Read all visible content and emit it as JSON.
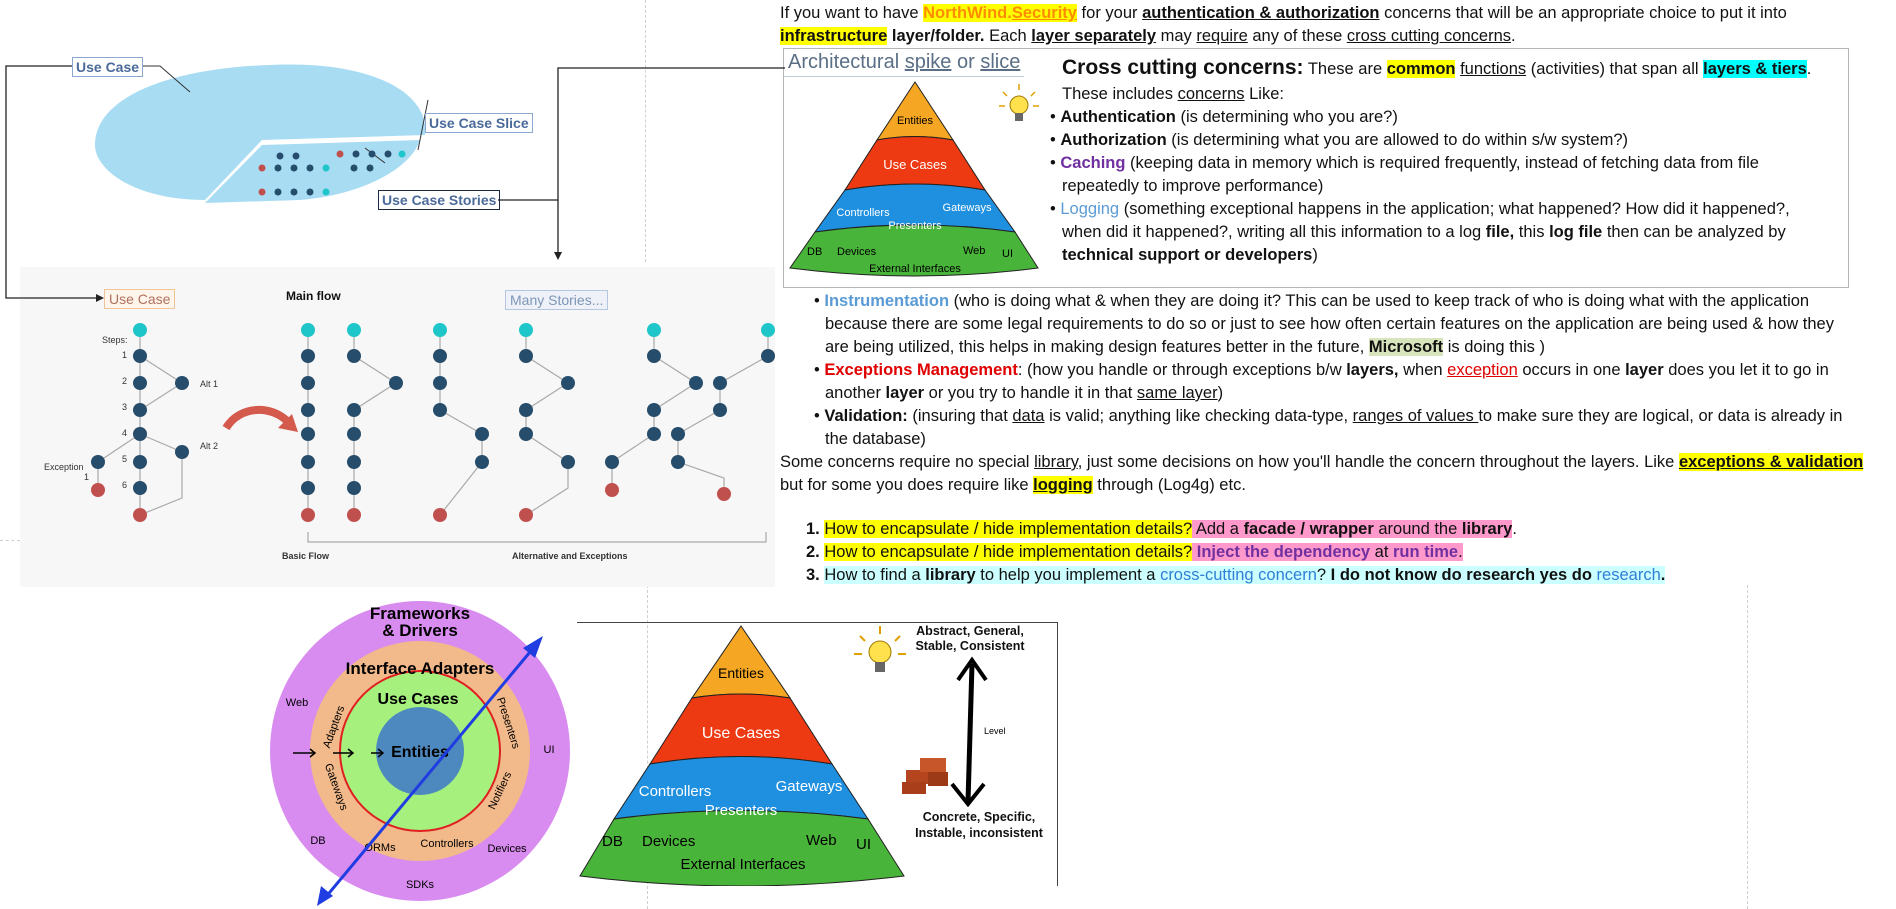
{
  "intro": {
    "l1_a": "If you want to have ",
    "l1_brand1": "NorthWind.",
    "l1_brand2": "Security",
    "l1_b": " for your ",
    "l1_c": "authentication & authorization",
    "l1_d": " concerns that will be an appropriate choice to put it into",
    "l2_a": "infrastructure",
    "l2_b": " layer/folder.",
    "l2_c": " Each ",
    "l2_d": "layer separately",
    "l2_e": " may ",
    "l2_f": "require",
    "l2_g": " any of these ",
    "l2_h": "cross cutting concerns",
    "l2_i": "."
  },
  "spike": {
    "title_a": "Architectural ",
    "title_b": "spike",
    "title_c": " or ",
    "title_d": "slice"
  },
  "pyramid": {
    "entities": "Entities",
    "usecases": "Use Cases",
    "controllers": "Controllers",
    "gateways": "Gateways",
    "presenters": "Presenters",
    "db": "DB",
    "devices": "Devices",
    "web": "Web",
    "ui": "UI",
    "external": "External Interfaces"
  },
  "ccc": {
    "heading": "Cross cutting concerns:",
    "h_a": " These are ",
    "h_common": "common",
    "h_functions": "functions",
    "h_b": " (activities) that span all ",
    "h_layers": "layers & tiers",
    "h_dot": ".",
    "incl_a": "These includes ",
    "incl_b": "concerns",
    "incl_c": " Like:",
    "auth1_b": "Authentication",
    "auth1_t": " (is determining who you are?)",
    "auth2_b": "Authorization",
    "auth2_t": " (is determining what you are allowed to do within s/w system?)",
    "cach_b": "Caching",
    "cach_t1": " (keeping data in memory which is required frequently, instead of fetching data from file",
    "cach_t2": "repeatedly to improve performance)",
    "log_b": "Logging",
    "log_t1": " (something exceptional happens in the application; what happened? How did it happened?,",
    "log_t2a": "when did it happened?, writing all this information to a log ",
    "log_t2b": "file,",
    "log_t2c": " this ",
    "log_t2d": "log file",
    "log_t2e": " then can be analyzed by",
    "log_t3": "technical support or developers",
    "log_t3e": ")"
  },
  "more": {
    "inst_b": "Instrumentation",
    "inst_t1": " (who is doing what & when they are doing it? This can be used to keep track of who is doing what with the application",
    "inst_t2": "because there are some legal requirements to do so or just to see how often certain features on the application are being used & how they",
    "inst_t3a": "are being utilized, this helps in making design features better in the future, ",
    "inst_ms": "Microsoft",
    "inst_t3b": " is doing this )",
    "exc_b": "Exceptions Management",
    "exc_t1a": ": (how  you handle or through exceptions b/w ",
    "exc_t1b": "layers,",
    "exc_t1c": " when ",
    "exc_t1d": "exception",
    "exc_t1e": " occurs in one ",
    "exc_t1f": "layer",
    "exc_t1g": " does you let it to go in",
    "exc_t2a": "another ",
    "exc_t2b": "layer",
    "exc_t2c": " or you try to handle it in that ",
    "exc_t2d": "same layer",
    "exc_t2e": ")",
    "val_b": "Validation:",
    "val_t1a": " (insuring that ",
    "val_t1b": "data",
    "val_t1c": " is valid; anything like checking data-type, ",
    "val_t1d": "ranges of values ",
    "val_t1e": "to make sure they are logical, or data is already in",
    "val_t2": "the database)",
    "some_a": "Some concerns require no special ",
    "some_b": "library",
    "some_c": ", just some decisions on how you'll handle the concern throughout the layers. Like ",
    "some_d": "exceptions & validation",
    "but_a": "but for some you does require like ",
    "but_b": "logging",
    "but_c": " through (Log4g) etc."
  },
  "list": [
    {
      "num": "1.",
      "q": "How to encapsulate / hide implementation details?",
      "a1": " Add a ",
      "a2": "facade / wrapper",
      "a3": " around the ",
      "a4": "library",
      "a5": "."
    },
    {
      "num": "2.",
      "q": "How to encapsulate / hide implementation details?",
      "a1": " ",
      "a2": "Inject the dependency",
      "a3": " at ",
      "a4": "run time",
      "a5": "."
    },
    {
      "num": "3.",
      "q1": "How to find a ",
      "q2": "library",
      "q3": " to help you implement a ",
      "q4": "cross-cutting concern",
      "q5": "? ",
      "q6": "I do not know do research yes do ",
      "q7": "research",
      "q8": "."
    }
  ],
  "usecase_top": {
    "use_case": "Use Case",
    "slice": "Use Case Slice",
    "stories": "Use Case Stories"
  },
  "flow": {
    "use_case": "Use Case",
    "main_flow": "Main flow",
    "many_stories": "Many Stories...",
    "steps": "Steps:",
    "n1": "1",
    "n2": "2",
    "n3": "3",
    "n4": "4",
    "n5": "5",
    "n6": "6",
    "alt1": "Alt 1",
    "alt2": "Alt 2",
    "exception": "Exception",
    "exc_n": "1",
    "basic": "Basic Flow",
    "alt_exc": "Alternative and Exceptions"
  },
  "onion": {
    "frameworks": "Frameworks",
    "drivers": "& Drivers",
    "interface_adapters": "Interface Adapters",
    "use_cases": "Use Cases",
    "entities": "Entities",
    "web": "Web",
    "ui": "UI",
    "db": "DB",
    "devices": "Devices",
    "sdks": "SDKs",
    "adapters": "Adapters",
    "gateways": "Gateways",
    "presenters": "Presenters",
    "notifiers": "Notifiers",
    "orms": "ORMs",
    "controllers": "Controllers"
  },
  "pyramid2": {
    "entities": "Entities",
    "usecases": "Use Cases",
    "controllers": "Controllers",
    "gateways": "Gateways",
    "presenters": "Presenters",
    "db": "DB",
    "devices": "Devices",
    "web": "Web",
    "ui": "UI",
    "external": "External Interfaces",
    "abstract1": "Abstract, General,",
    "abstract2": "Stable, Consistent",
    "level": "Level",
    "concrete1": "Concrete, Specific,",
    "concrete2": "Instable, inconsistent"
  },
  "colors": {
    "highlight_yellow": "#ffff00",
    "highlight_cyan": "#00ffff",
    "highlight_pink": "#ff99cc",
    "pyramid_orange": "#f5a623",
    "pyramid_red": "#ee3a12",
    "pyramid_blue": "#1f8fe0",
    "pyramid_green": "#49b43a",
    "onion_purple": "#d98cf0",
    "onion_tan": "#f2b98a",
    "onion_green": "#a6f07e",
    "onion_blue": "#4d89bf"
  }
}
